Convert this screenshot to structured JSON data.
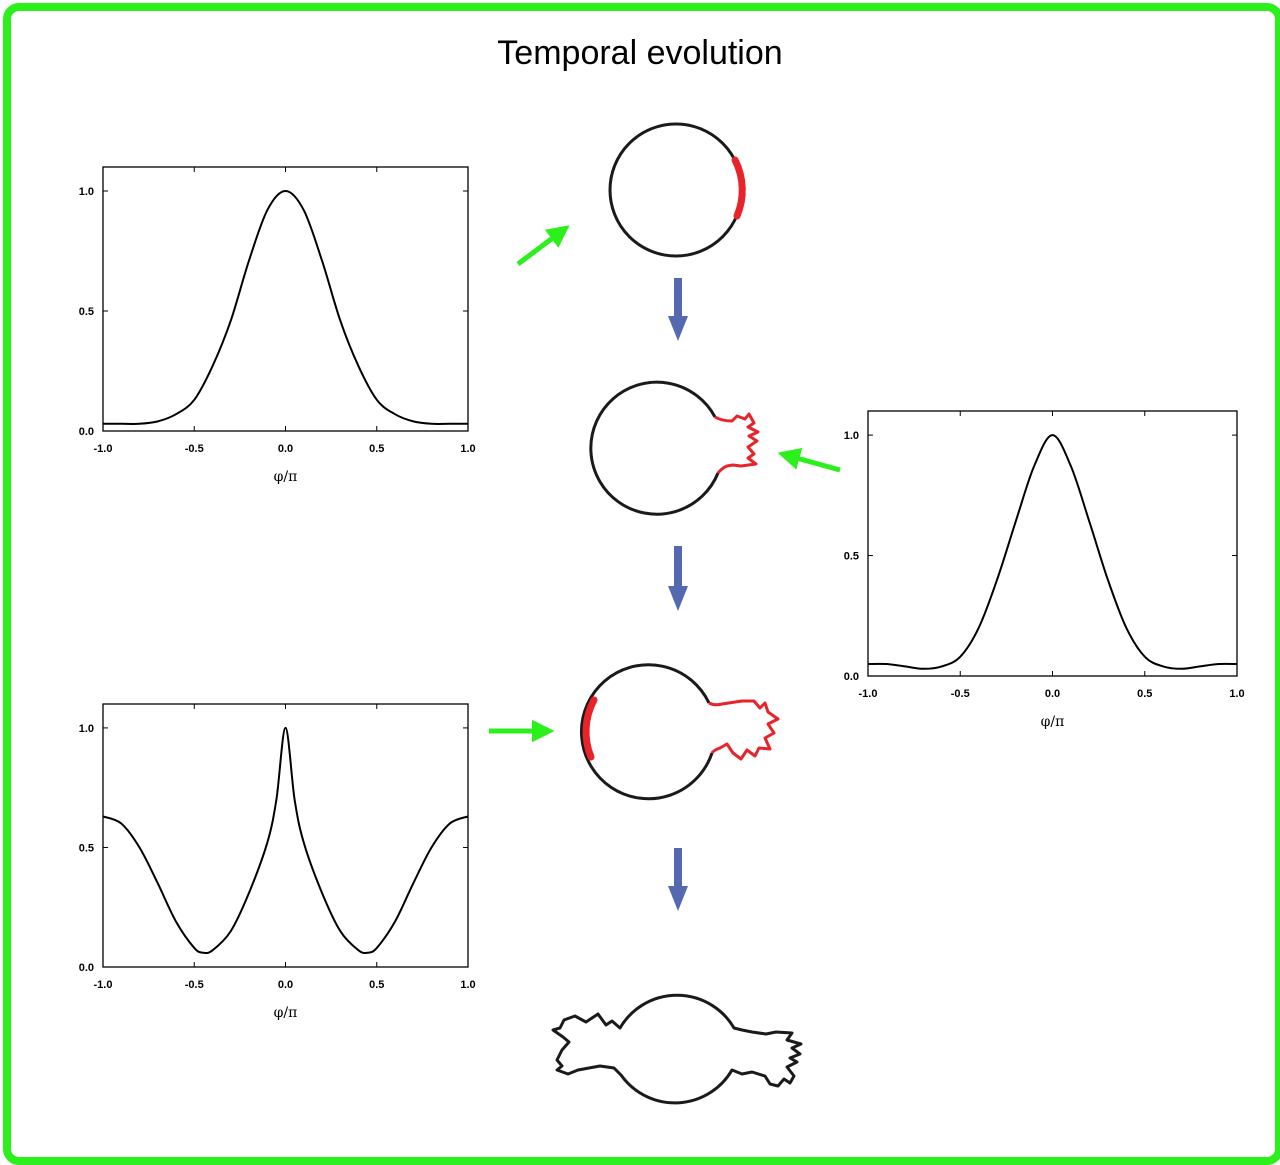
{
  "title": "Temporal evolution",
  "colors": {
    "frame": "#2bf01b",
    "green_arrow": "#2bf01b",
    "blue_arrow": "#5569b0",
    "highlight": "#e8232a",
    "outline": "#1a1a1a"
  },
  "chart_data": [
    {
      "type": "line",
      "xlabel": "φ/π",
      "xlim": [
        -1.0,
        1.0
      ],
      "ylim": [
        0.0,
        1.0
      ],
      "xticks": [
        "-1.0",
        "-0.5",
        "0.0",
        "0.5",
        "1.0"
      ],
      "yticks": [
        "0.0",
        "0.5",
        "1.0"
      ],
      "x": [
        -1.0,
        -0.9,
        -0.8,
        -0.7,
        -0.6,
        -0.5,
        -0.4,
        -0.3,
        -0.2,
        -0.1,
        0.0,
        0.1,
        0.2,
        0.3,
        0.4,
        0.5,
        0.6,
        0.7,
        0.8,
        0.9,
        1.0
      ],
      "y": [
        0.03,
        0.03,
        0.03,
        0.04,
        0.07,
        0.13,
        0.27,
        0.46,
        0.71,
        0.92,
        1.0,
        0.92,
        0.71,
        0.46,
        0.27,
        0.13,
        0.07,
        0.04,
        0.03,
        0.03,
        0.03
      ]
    },
    {
      "type": "line",
      "xlabel": "φ/π",
      "xlim": [
        -1.0,
        1.0
      ],
      "ylim": [
        0.0,
        1.0
      ],
      "xticks": [
        "-1.0",
        "-0.5",
        "0.0",
        "0.5",
        "1.0"
      ],
      "yticks": [
        "0.0",
        "0.5",
        "1.0"
      ],
      "x": [
        -1.0,
        -0.9,
        -0.8,
        -0.7,
        -0.6,
        -0.5,
        -0.4,
        -0.3,
        -0.2,
        -0.1,
        0.0,
        0.1,
        0.2,
        0.3,
        0.4,
        0.5,
        0.6,
        0.7,
        0.8,
        0.9,
        1.0
      ],
      "y": [
        0.05,
        0.05,
        0.04,
        0.03,
        0.04,
        0.08,
        0.2,
        0.4,
        0.64,
        0.87,
        1.0,
        0.87,
        0.64,
        0.4,
        0.2,
        0.08,
        0.04,
        0.03,
        0.04,
        0.05,
        0.05
      ]
    },
    {
      "type": "line",
      "xlabel": "φ/π",
      "xlim": [
        -1.0,
        1.0
      ],
      "ylim": [
        0.0,
        1.0
      ],
      "xticks": [
        "-1.0",
        "-0.5",
        "0.0",
        "0.5",
        "1.0"
      ],
      "yticks": [
        "0.0",
        "0.5",
        "1.0"
      ],
      "x": [
        -1.0,
        -0.9,
        -0.8,
        -0.7,
        -0.6,
        -0.5,
        -0.45,
        -0.4,
        -0.3,
        -0.2,
        -0.1,
        -0.05,
        0.0,
        0.05,
        0.1,
        0.2,
        0.3,
        0.4,
        0.45,
        0.5,
        0.6,
        0.7,
        0.8,
        0.9,
        1.0
      ],
      "y": [
        0.63,
        0.6,
        0.5,
        0.35,
        0.19,
        0.08,
        0.06,
        0.07,
        0.15,
        0.31,
        0.52,
        0.7,
        1.0,
        0.7,
        0.52,
        0.31,
        0.15,
        0.07,
        0.06,
        0.08,
        0.19,
        0.35,
        0.5,
        0.6,
        0.63
      ]
    }
  ]
}
